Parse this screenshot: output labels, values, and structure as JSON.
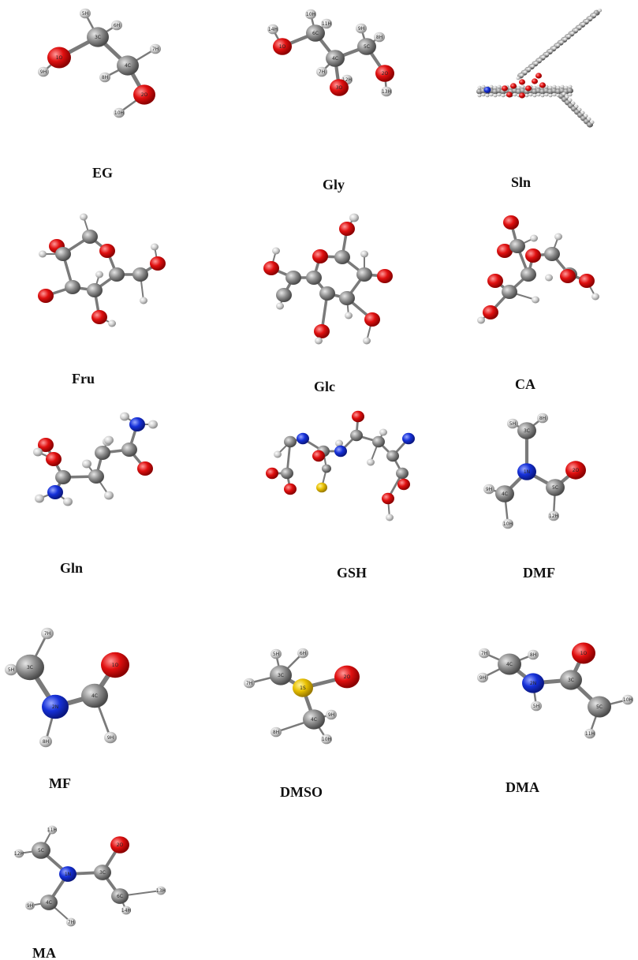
{
  "molecules": [
    {
      "id": "eg",
      "label": "EG"
    },
    {
      "id": "gly",
      "label": "Gly"
    },
    {
      "id": "sln",
      "label": "Sln"
    },
    {
      "id": "fru",
      "label": "Fru"
    },
    {
      "id": "glc",
      "label": "Glc"
    },
    {
      "id": "ca",
      "label": "CA"
    },
    {
      "id": "gln",
      "label": "Gln"
    },
    {
      "id": "gsh",
      "label": "GSH"
    },
    {
      "id": "dmf",
      "label": "DMF"
    },
    {
      "id": "mf",
      "label": "MF"
    },
    {
      "id": "dmso",
      "label": "DMSO"
    },
    {
      "id": "dma",
      "label": "DMA"
    },
    {
      "id": "ma",
      "label": "MA"
    }
  ],
  "atom_colors": {
    "carbon": "#8a8a8a",
    "hydrogen": "#d8d8d8",
    "oxygen": "#e01010",
    "nitrogen": "#1530d8",
    "sulfur": "#e8c000"
  },
  "atom_labels": {
    "eg": [
      "5H",
      "6H",
      "3C",
      "7H",
      "1O",
      "4C",
      "9H",
      "8H",
      "2O",
      "10H"
    ],
    "gly": [
      "10H",
      "11H",
      "6C",
      "9H",
      "8H",
      "14H",
      "1O",
      "5C",
      "4C",
      "7H",
      "12H",
      "3O",
      "2O",
      "13H"
    ],
    "dmf": [
      "8H",
      "5H",
      "3C",
      "2O",
      "1N",
      "4C",
      "5C",
      "9H",
      "10H",
      "12H"
    ],
    "mf": [
      "7H",
      "5H",
      "3C",
      "1O",
      "2N",
      "4C",
      "8H",
      "9H"
    ],
    "dmso": [
      "5H",
      "6H",
      "3C",
      "7H",
      "2O",
      "1S",
      "4C",
      "9H",
      "8H",
      "10H"
    ],
    "dma": [
      "8H",
      "7H",
      "4C",
      "1O",
      "9H",
      "2N",
      "3C",
      "5H",
      "5C",
      "10H",
      "11H"
    ],
    "ma": [
      "11H",
      "12H",
      "5C",
      "2O",
      "1N",
      "3C",
      "4C",
      "6C",
      "13H",
      "9H",
      "7H",
      "14H"
    ]
  }
}
